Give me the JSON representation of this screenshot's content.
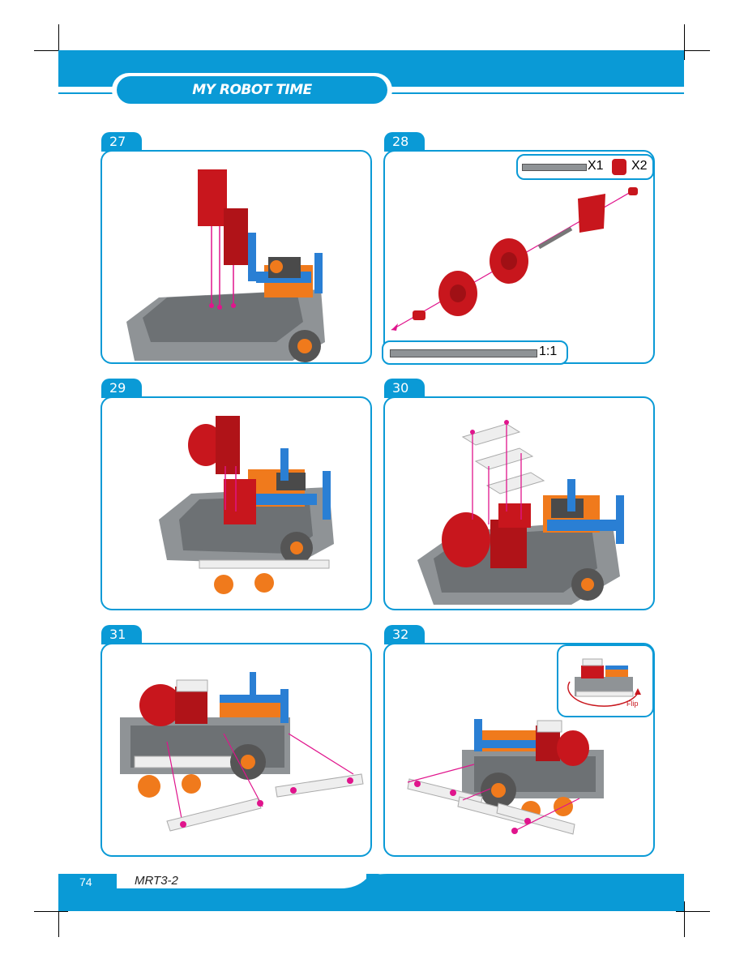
{
  "header": {
    "title": "MY ROBOT TIME"
  },
  "steps": [
    {
      "number": "27"
    },
    {
      "number": "28"
    },
    {
      "number": "29"
    },
    {
      "number": "30"
    },
    {
      "number": "31"
    },
    {
      "number": "32"
    }
  ],
  "step28_parts": {
    "axle_qty": "X1",
    "bushing_qty": "X2",
    "scale_label": "1:1"
  },
  "step32_inset": {
    "flip_label": "Flip"
  },
  "footer": {
    "page_number": "74",
    "model_code": "MRT3-2"
  },
  "colors": {
    "accent": "#0a9ad6",
    "brick_red": "#c8161d",
    "plate_gray": "#8f9396",
    "beam_blue": "#2a7fd4",
    "orange": "#f07a1c",
    "guide_pink": "#e0148c"
  }
}
